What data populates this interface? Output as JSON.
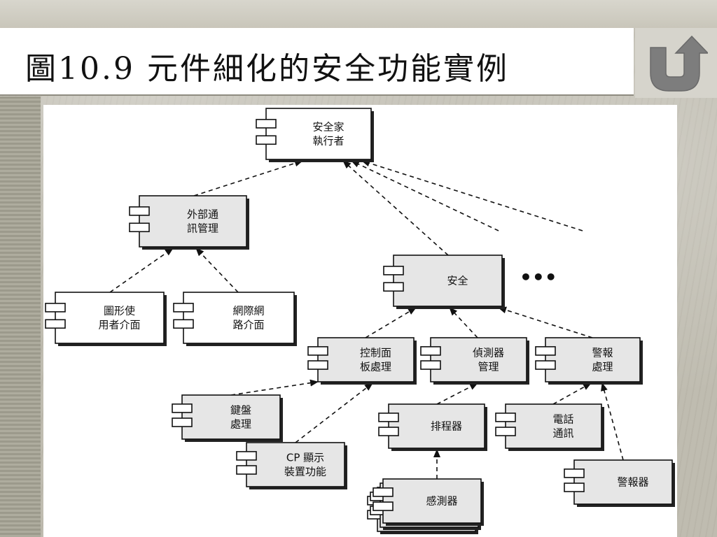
{
  "slide": {
    "title": "圖10.9 元件細化的安全功能實例",
    "back_button_icon": "u-turn-arrow-icon"
  },
  "diagram": {
    "nodes": [
      {
        "id": "home-security-executive",
        "lines": [
          "安全家",
          "執行者"
        ],
        "fill": "#ffffff"
      },
      {
        "id": "external-comm-mgmt",
        "lines": [
          "外部通",
          "訊管理"
        ],
        "fill": "#e6e6e6"
      },
      {
        "id": "graphical-ui",
        "lines": [
          "圖形使",
          "用者介面"
        ],
        "fill": "#ffffff"
      },
      {
        "id": "network-interface",
        "lines": [
          "網際網",
          "路介面"
        ],
        "fill": "#ffffff"
      },
      {
        "id": "security",
        "lines": [
          "安全"
        ],
        "fill": "#e6e6e6"
      },
      {
        "id": "control-panel-processing",
        "lines": [
          "控制面",
          "板處理"
        ],
        "fill": "#e6e6e6"
      },
      {
        "id": "detector-management",
        "lines": [
          "偵測器",
          "管理"
        ],
        "fill": "#e6e6e6"
      },
      {
        "id": "alarm-processing",
        "lines": [
          "警報",
          "處理"
        ],
        "fill": "#e6e6e6"
      },
      {
        "id": "keyboard-processing",
        "lines": [
          "鍵盤",
          "處理"
        ],
        "fill": "#e6e6e6"
      },
      {
        "id": "cp-display-functions",
        "lines": [
          "CP 顯示",
          "裝置功能"
        ],
        "fill": "#e6e6e6"
      },
      {
        "id": "scheduler",
        "lines": [
          "排程器"
        ],
        "fill": "#e6e6e6"
      },
      {
        "id": "phone-communication",
        "lines": [
          "電話",
          "通訊"
        ],
        "fill": "#e6e6e6"
      },
      {
        "id": "sensor",
        "lines": [
          "感測器"
        ],
        "fill": "#e6e6e6",
        "stacked": true
      },
      {
        "id": "alarm",
        "lines": [
          "警報器"
        ],
        "fill": "#e6e6e6"
      }
    ],
    "edges": [
      {
        "from": "external-comm-mgmt",
        "to": "home-security-executive"
      },
      {
        "from": "security",
        "to": "home-security-executive"
      },
      {
        "from": "unlabeled-branch-1",
        "to": "home-security-executive"
      },
      {
        "from": "unlabeled-branch-2",
        "to": "home-security-executive"
      },
      {
        "from": "graphical-ui",
        "to": "external-comm-mgmt"
      },
      {
        "from": "network-interface",
        "to": "external-comm-mgmt"
      },
      {
        "from": "control-panel-processing",
        "to": "security"
      },
      {
        "from": "detector-management",
        "to": "security"
      },
      {
        "from": "alarm-processing",
        "to": "security"
      },
      {
        "from": "keyboard-processing",
        "to": "control-panel-processing"
      },
      {
        "from": "cp-display-functions",
        "to": "control-panel-processing"
      },
      {
        "from": "scheduler",
        "to": "detector-management"
      },
      {
        "from": "phone-communication",
        "to": "alarm-processing"
      },
      {
        "from": "alarm",
        "to": "alarm-processing"
      },
      {
        "from": "sensor",
        "to": "scheduler"
      }
    ],
    "ellipsis": "•••"
  }
}
